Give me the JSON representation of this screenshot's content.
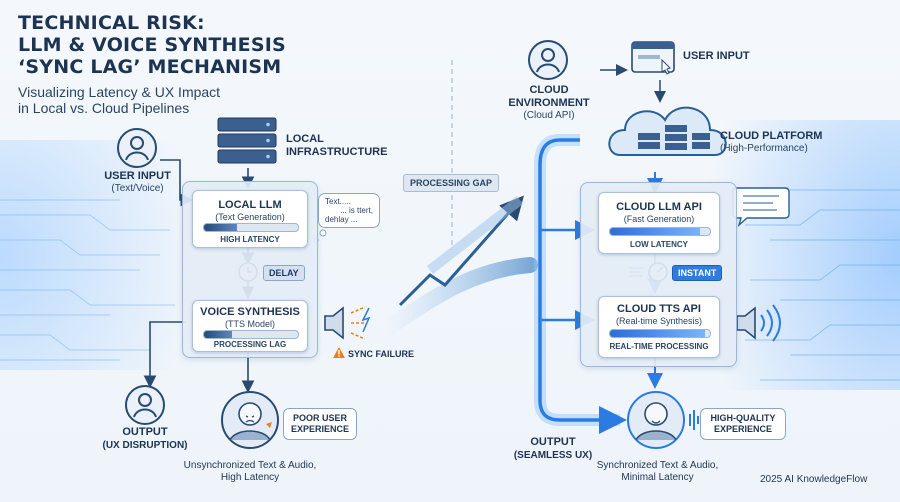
{
  "title": {
    "line1": "TECHNICAL RISK:",
    "line2": "LLM & VOICE SYNTHESIS",
    "line3": "‘SYNC LAG’ MECHANISM"
  },
  "subtitle": {
    "line1": "Visualizing Latency & UX Impact",
    "line2": "in Local vs. Cloud Pipelines"
  },
  "local": {
    "user_input": "USER INPUT",
    "user_input_sub": "(Text/Voice)",
    "infra": "LOCAL",
    "infra2": "INFRASTRUCTURE",
    "llm_title": "LOCAL LLM",
    "llm_sub": "(Text Generation)",
    "llm_status": "HIGH LATENCY",
    "llm_progress": 0.35,
    "bubble_lines": [
      "Text.....",
      "... is ttert,",
      "dehlay ..."
    ],
    "delay_tag": "DELAY",
    "tts_title": "VOICE SYNTHESIS",
    "tts_sub": "(TTS Model)",
    "tts_status": "PROCESSING LAG",
    "tts_progress": 0.3,
    "sync_failure": "SYNC FAILURE",
    "output": "OUTPUT",
    "output_sub": "(UX DISRUPTION)",
    "poor_ux_line1": "POOR USER",
    "poor_ux_line2": "EXPERIENCE",
    "caption_line1": "Unsynchronized Text & Audio,",
    "caption_line2": "High Latency"
  },
  "middle": {
    "gap_label": "PROCESSING GAP"
  },
  "cloud": {
    "environment": "CLOUD",
    "environment2": "ENVIRONMENT",
    "environment_sub": "(Cloud API)",
    "user_input": "USER INPUT",
    "platform": "CLOUD PLATFORM",
    "platform_sub": "(High-Performance)",
    "llm_title": "CLOUD LLM API",
    "llm_sub": "(Fast Generation)",
    "llm_status": "LOW LATENCY",
    "llm_progress": 0.9,
    "instant_tag": "INSTANT",
    "tts_title": "CLOUD TTS API",
    "tts_sub": "(Real-time Synthesis)",
    "tts_status": "REAL-TIME PROCESSING",
    "tts_progress": 0.95,
    "output": "OUTPUT",
    "output_sub": "(SEAMLESS UX)",
    "hq_line1": "HIGH-QUALITY",
    "hq_line2": "EXPERIENCE",
    "caption_line1": "Synchronized Text & Audio,",
    "caption_line2": "Minimal Latency"
  },
  "footer": "2025 AI KnowledgeFlow",
  "colors": {
    "navy": "#1c3352",
    "accent_blue": "#2f7be0",
    "warning_orange": "#e8811a"
  }
}
